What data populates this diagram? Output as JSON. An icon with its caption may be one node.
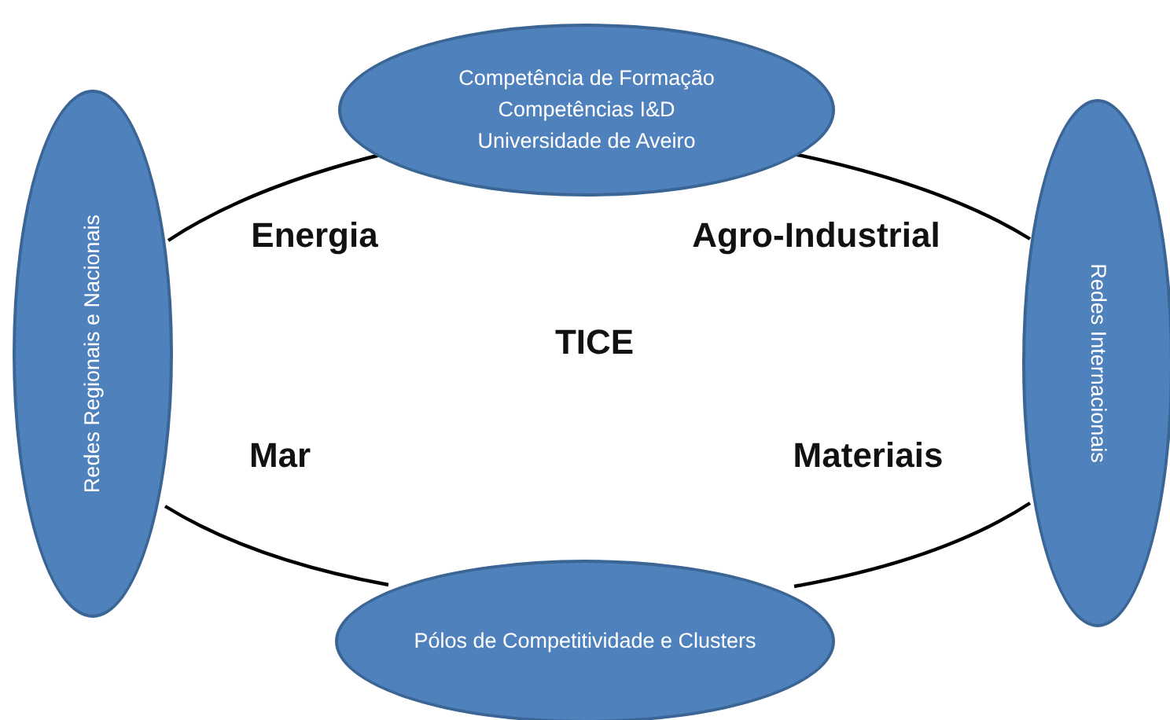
{
  "diagram": {
    "nodes": [
      {
        "text": [
          "Competência de Formação",
          "Competências I&D",
          "Universidade de Aveiro"
        ]
      },
      {
        "text": [
          "Redes Regionais e Nacionais"
        ]
      },
      {
        "text": [
          "Redes Internacionais"
        ]
      },
      {
        "text": [
          "Pólos de Competitividade e Clusters"
        ]
      }
    ],
    "edges": [
      {
        "from": 0,
        "to": 1,
        "arrow": "none"
      },
      {
        "from": 0,
        "to": 2,
        "arrow": "none"
      },
      {
        "from": 1,
        "to": 3,
        "arrow": "none"
      },
      {
        "from": 2,
        "to": 3,
        "arrow": "none"
      }
    ],
    "labels": [
      "Energia",
      "Agro-Industrial",
      "TICE",
      "Mar",
      "Materiais"
    ]
  }
}
